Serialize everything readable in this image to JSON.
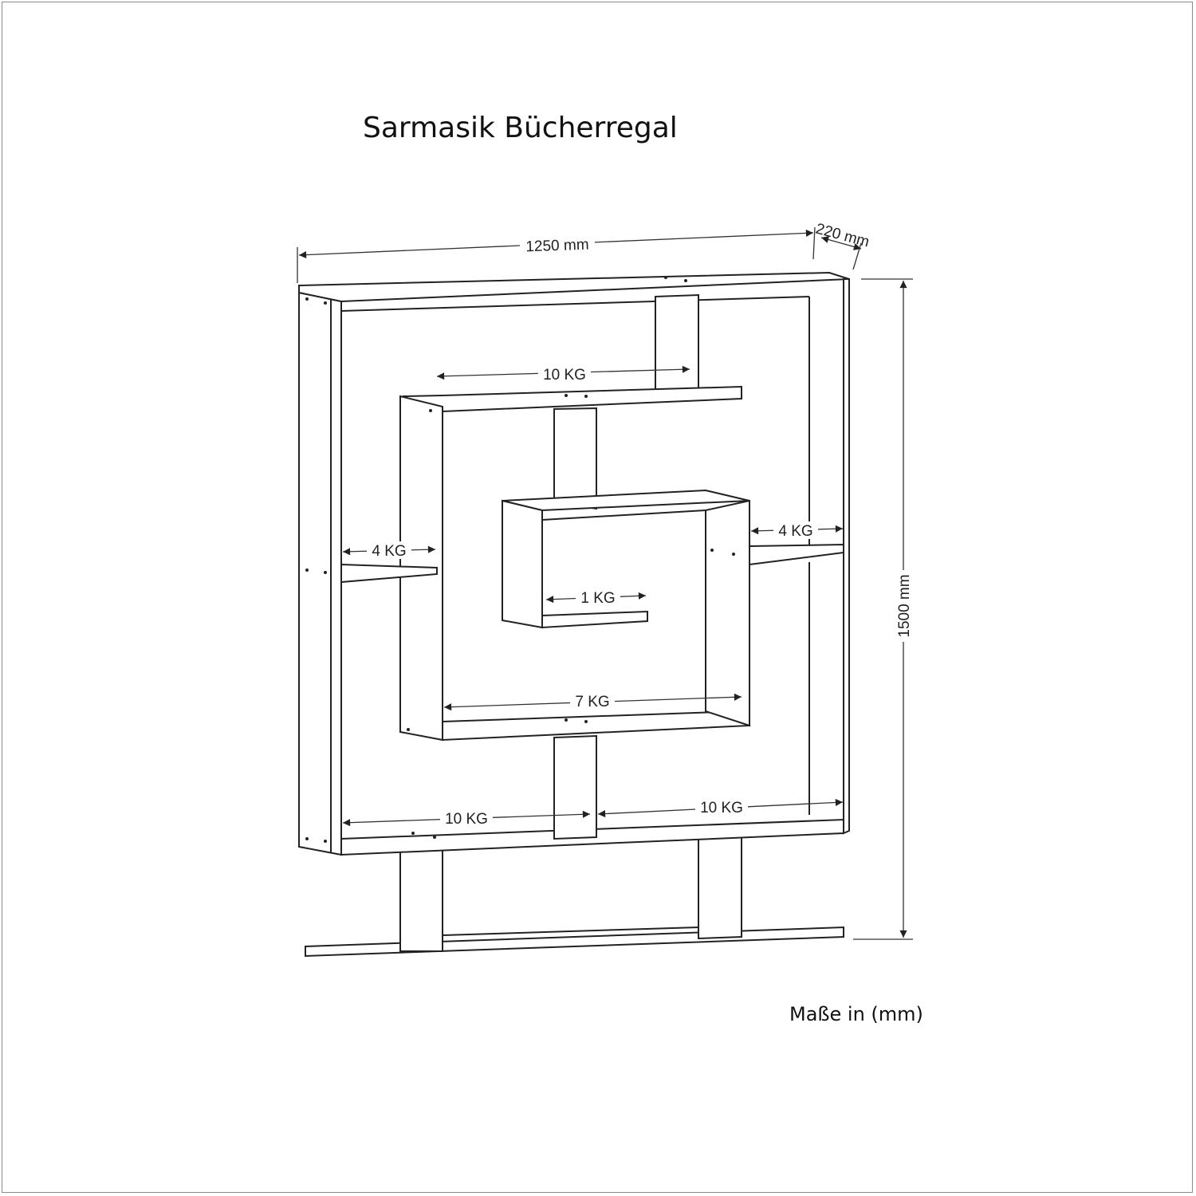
{
  "title": "Sarmasik Bücherregal",
  "units_note": "Maße in (mm)",
  "dimensions": {
    "width": "1250 mm",
    "depth": "220 mm",
    "height": "1500 mm"
  },
  "load_labels": {
    "top_shelf": "10 KG",
    "left_shelf": "4 KG",
    "right_shelf": "4 KG",
    "center_shelf": "1 KG",
    "middle_shelf": "7 KG",
    "bottom_left_shelf": "10 KG",
    "bottom_right_shelf": "10 KG"
  },
  "colors": {
    "line": "#222222",
    "background": "#ffffff"
  }
}
